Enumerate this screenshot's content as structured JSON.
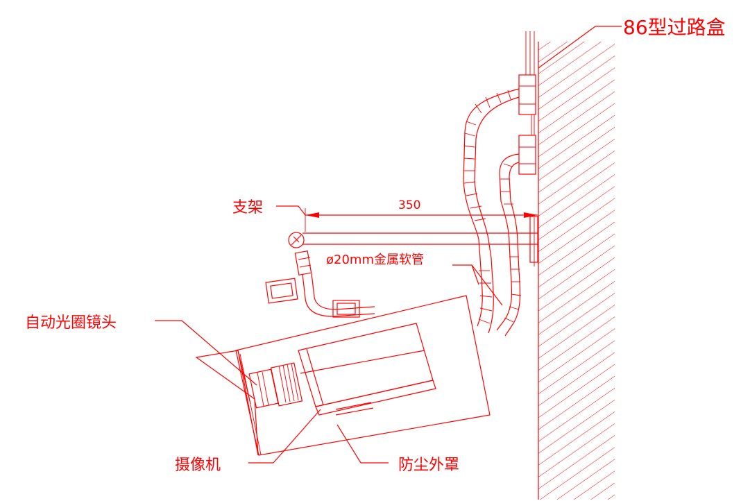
{
  "labels": {
    "junction_box": "86型过路盒",
    "bracket": "支架",
    "dimension": "350",
    "conduit": "ø20mm金属软管",
    "auto_iris_lens": "自动光圈镜头",
    "camera": "摄像机",
    "dust_cover": "防尘外罩"
  },
  "colors": {
    "line": "#ff0000",
    "background": "#ffffff"
  }
}
